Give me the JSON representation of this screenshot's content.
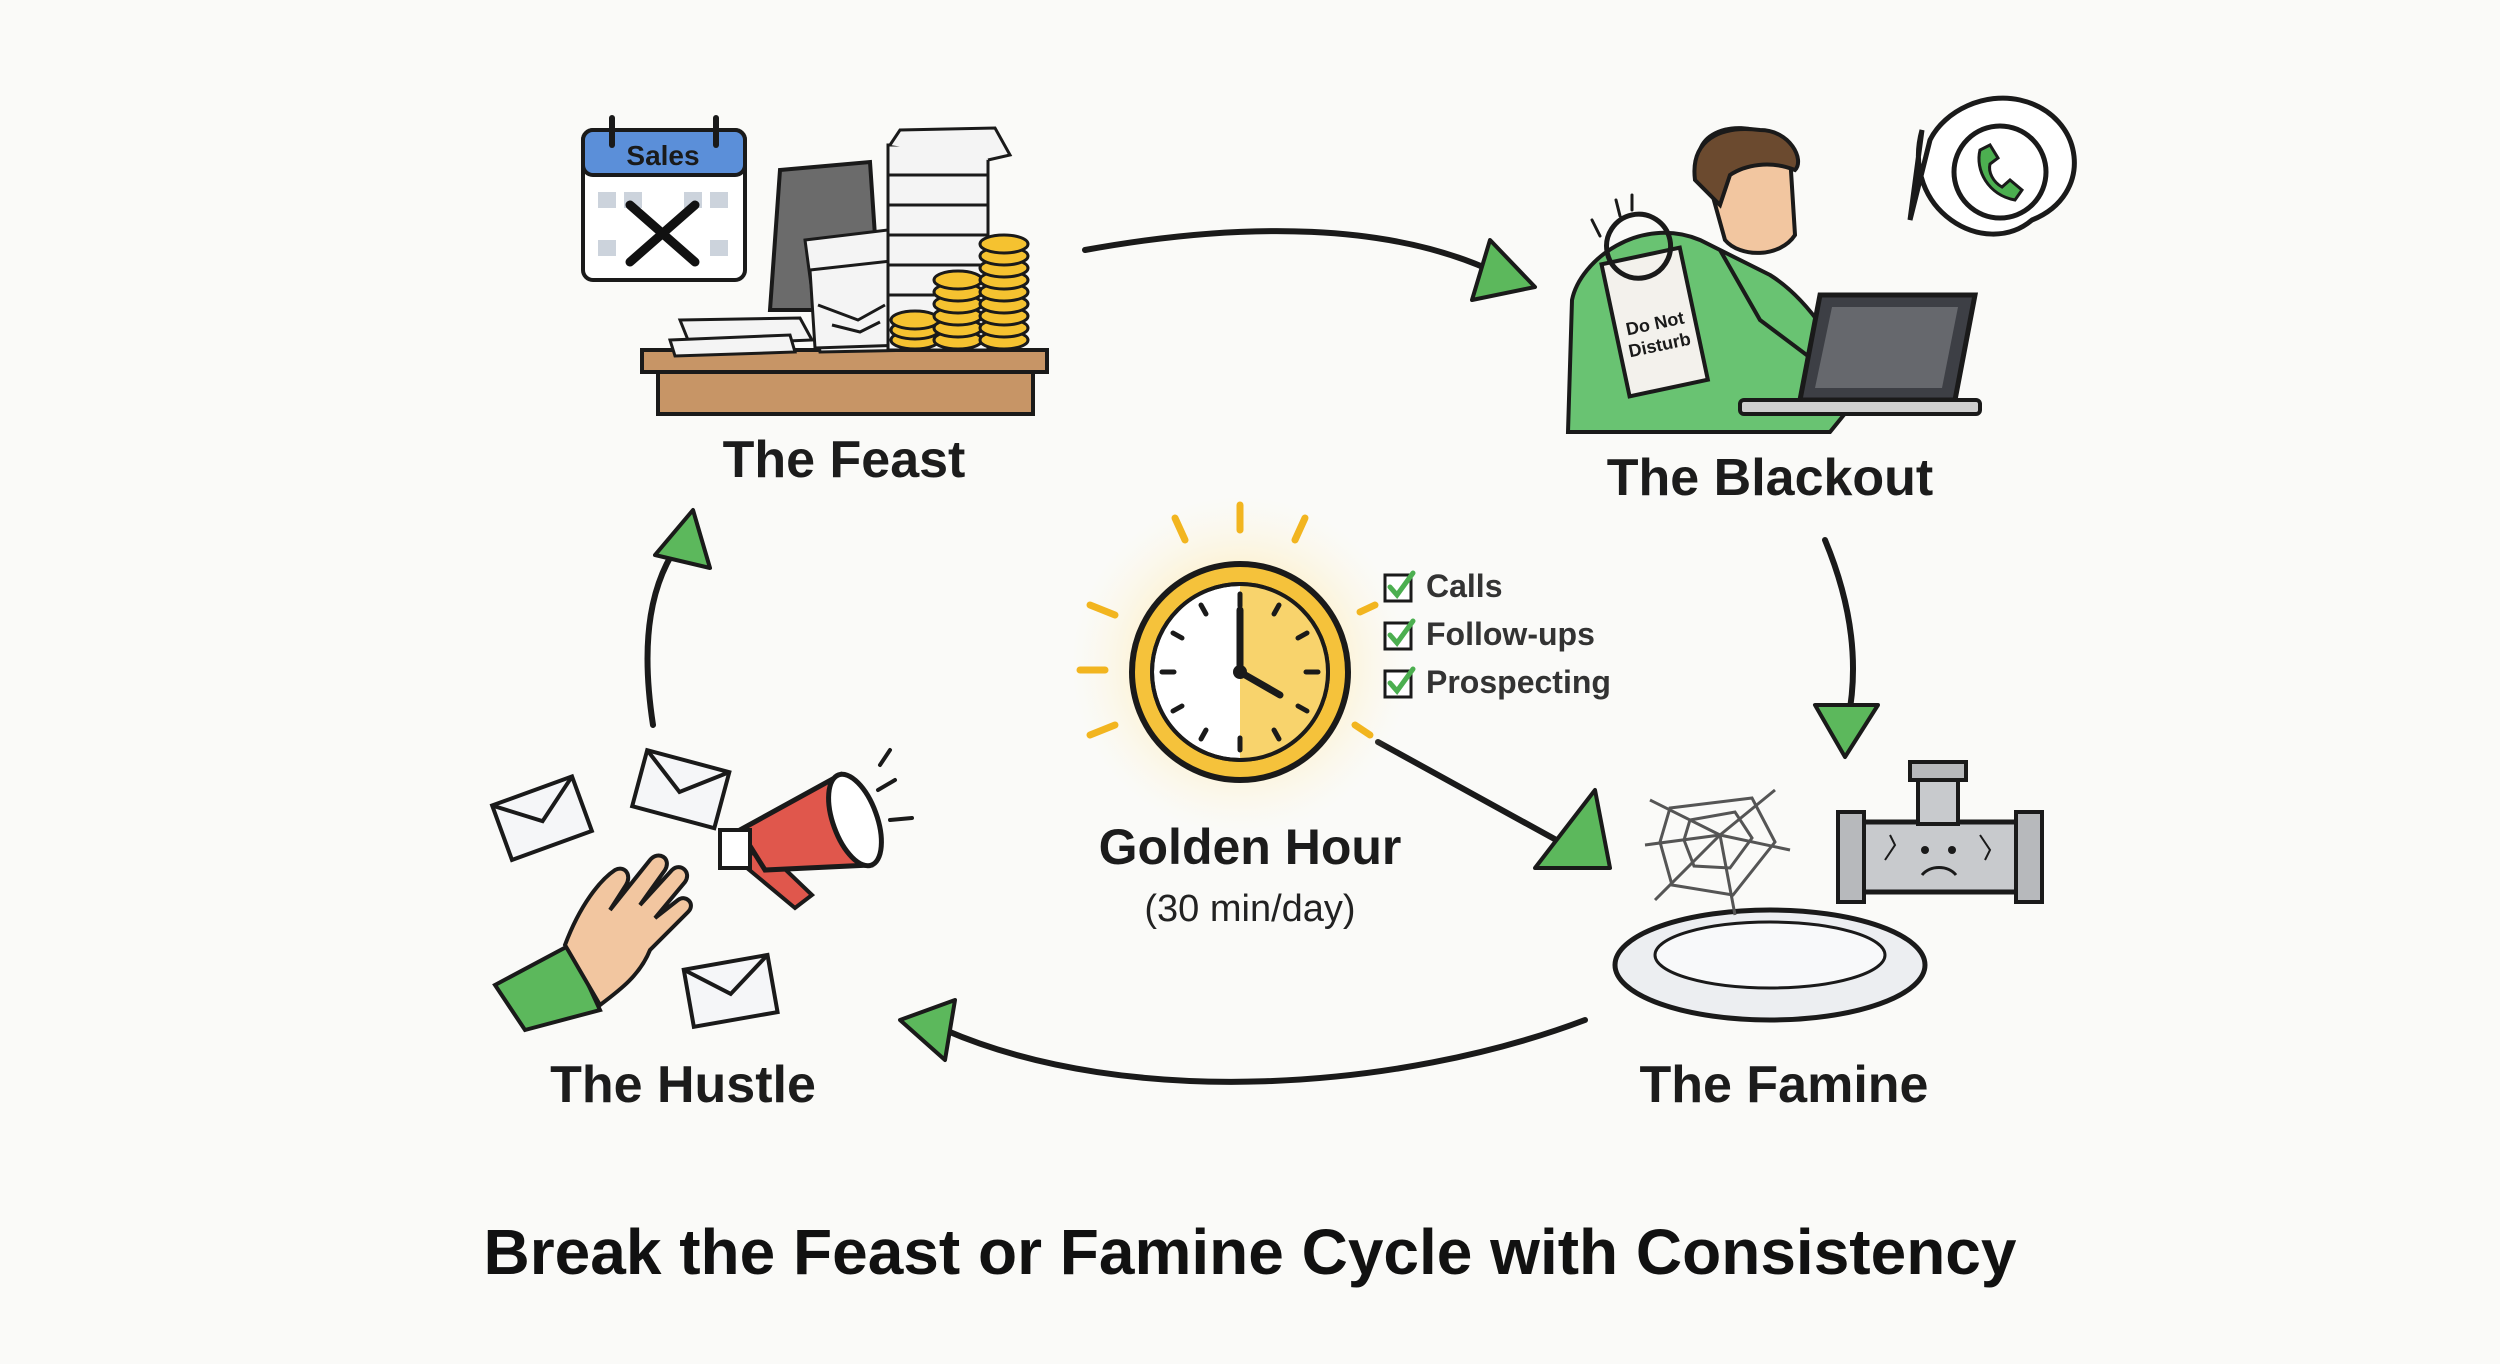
{
  "title": "Break the Feast or Famine Cycle with Consistency",
  "stages": {
    "feast": {
      "label": "The Feast",
      "calendar_label": "Sales"
    },
    "blackout": {
      "label": "The Blackout",
      "sign_text": "Do Not Disturb"
    },
    "famine": {
      "label": "The Famine"
    },
    "hustle": {
      "label": "The Hustle"
    }
  },
  "center": {
    "title": "Golden Hour",
    "subtitle": "(30 min/day)",
    "checklist": [
      "Calls",
      "Follow-ups",
      "Prospecting"
    ]
  },
  "colors": {
    "accent_green": "#4caf50",
    "gold": "#f2b51f",
    "text": "#1c1c1c"
  },
  "icons": [
    "calendar-icon",
    "paper-stack-icon",
    "coin-stack-icon",
    "phone-bubble-icon",
    "laptop-icon",
    "clock-icon",
    "cobweb-icon",
    "plate-icon",
    "pipe-icon",
    "envelope-icon",
    "megaphone-icon",
    "hand-icon",
    "checkbox-icon"
  ]
}
